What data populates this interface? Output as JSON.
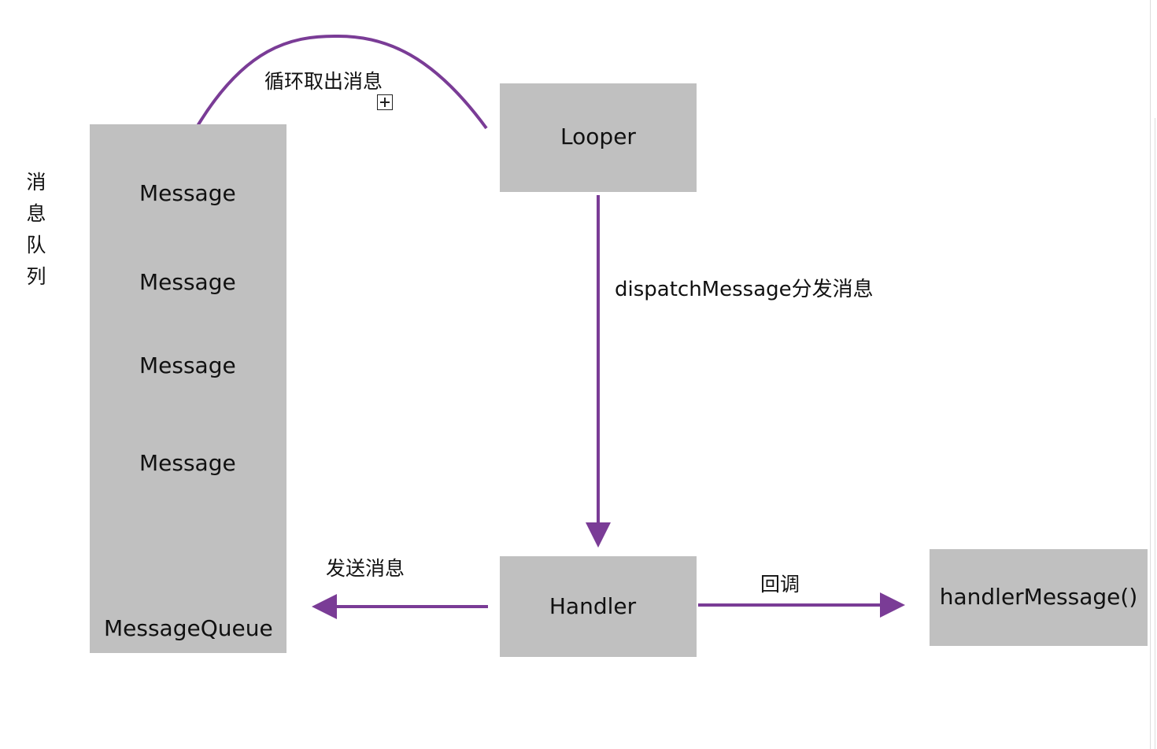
{
  "queue": {
    "side_label": [
      "消",
      "息",
      "队",
      "列"
    ],
    "messages": [
      "Message",
      "Message",
      "Message",
      "Message"
    ],
    "name": "MessageQueue"
  },
  "looper": {
    "label": "Looper"
  },
  "handler": {
    "label": "Handler"
  },
  "callback_target": {
    "label": "handlerMessage()"
  },
  "edges": {
    "loop_take": "循环取出消息",
    "dispatch": "dispatchMessage分发消息",
    "send": "发送消息",
    "callback": "回调"
  },
  "colors": {
    "arrow": "#7a3c96",
    "box": "#c0c0c0"
  }
}
